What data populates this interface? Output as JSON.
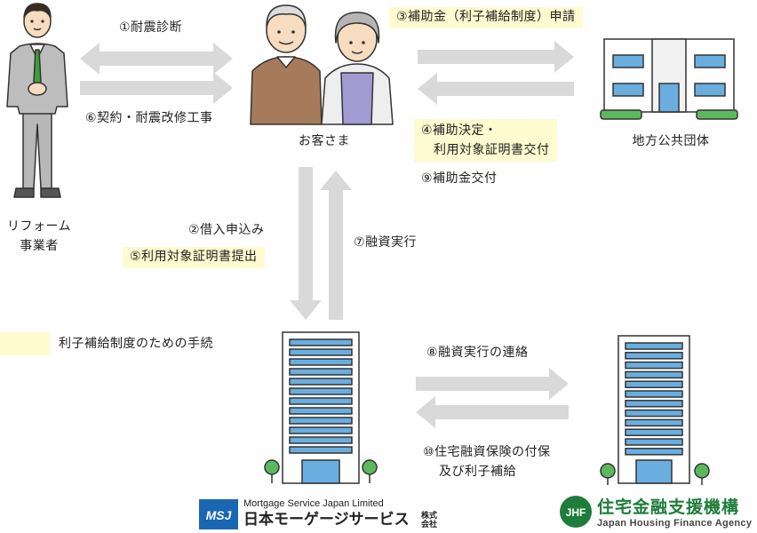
{
  "steps": {
    "s1": "①耐震診断",
    "s6": "⑥契約・耐震改修工事",
    "s3": "③補助金（利子補給制度）申請",
    "s4_line1": "④補助決定・",
    "s4_line2": "利用対象証明書交付",
    "s9": "⑨補助金交付",
    "s2": "②借入申込み",
    "s5": "⑤利用対象証明書提出",
    "s7": "⑦融資実行",
    "s8": "⑧融資実行の連絡",
    "s10_line1": "⑩住宅融資保険の付保",
    "s10_line2": "及び利子補給"
  },
  "actors": {
    "reform_line1": "リフォーム",
    "reform_line2": "事業者",
    "customer": "お客さま",
    "government": "地方公共団体"
  },
  "legend": {
    "text": "利子補給制度のための手続"
  },
  "logos": {
    "msj_mark": "MSJ",
    "msj_en": "Mortgage Service Japan Limited",
    "msj_jp": "日本モーゲージサービス",
    "msj_kabu_line1": "株式",
    "msj_kabu_line2": "会社",
    "jhf_mark": "JHF",
    "jhf_jp": "住宅金融支援機構",
    "jhf_en": "Japan Housing Finance Agency"
  },
  "colors": {
    "highlight": "#fefbd0",
    "arrow": "#d9d9d9",
    "building_window": "#6aaee0",
    "tree": "#5cb85c",
    "msj_blue": "#1a66b3",
    "jhf_green": "#1e7d3a"
  }
}
